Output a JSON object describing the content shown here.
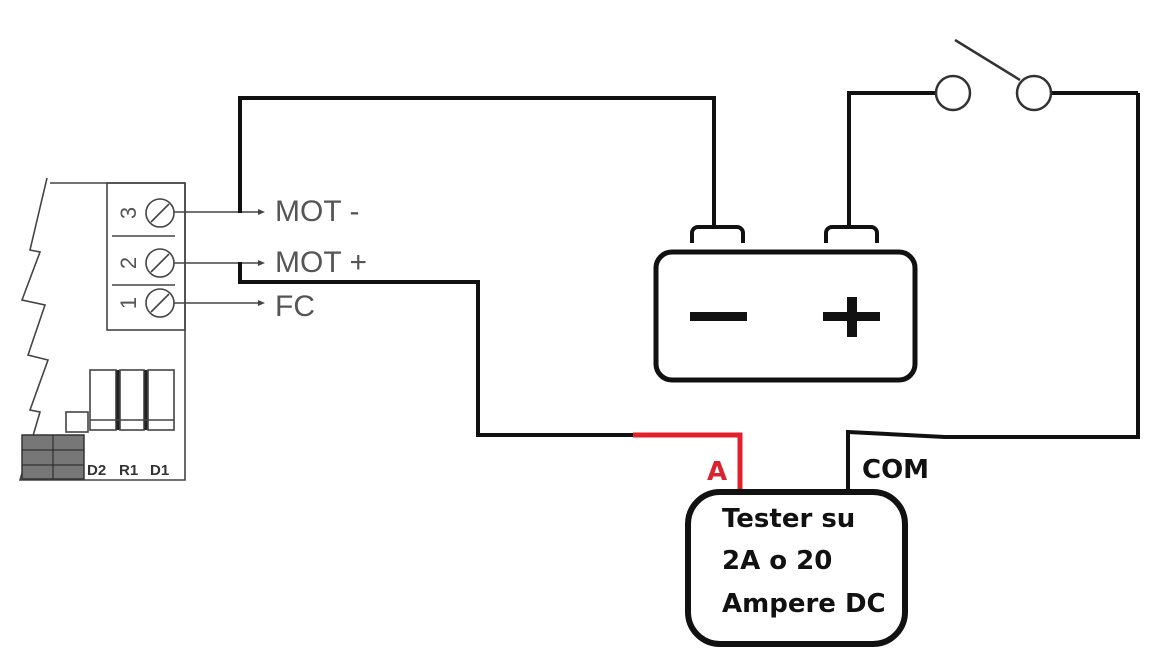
{
  "controller": {
    "terminals": [
      {
        "number": "3",
        "label": "MOT -"
      },
      {
        "number": "2",
        "label": "MOT +"
      },
      {
        "number": "1",
        "label": "FC"
      }
    ],
    "components": [
      "D2",
      "R1",
      "D1"
    ]
  },
  "battery": {
    "negative_symbol": "−",
    "positive_symbol": "+"
  },
  "tester": {
    "probe_a_label": "A",
    "probe_com_label": "COM",
    "line1": "Tester su",
    "line2": "2A o 20",
    "line3": "Ampere DC"
  },
  "colors": {
    "wire": "#111111",
    "probe_a_wire": "#e0202a",
    "probe_a_label": "#d9232d"
  }
}
